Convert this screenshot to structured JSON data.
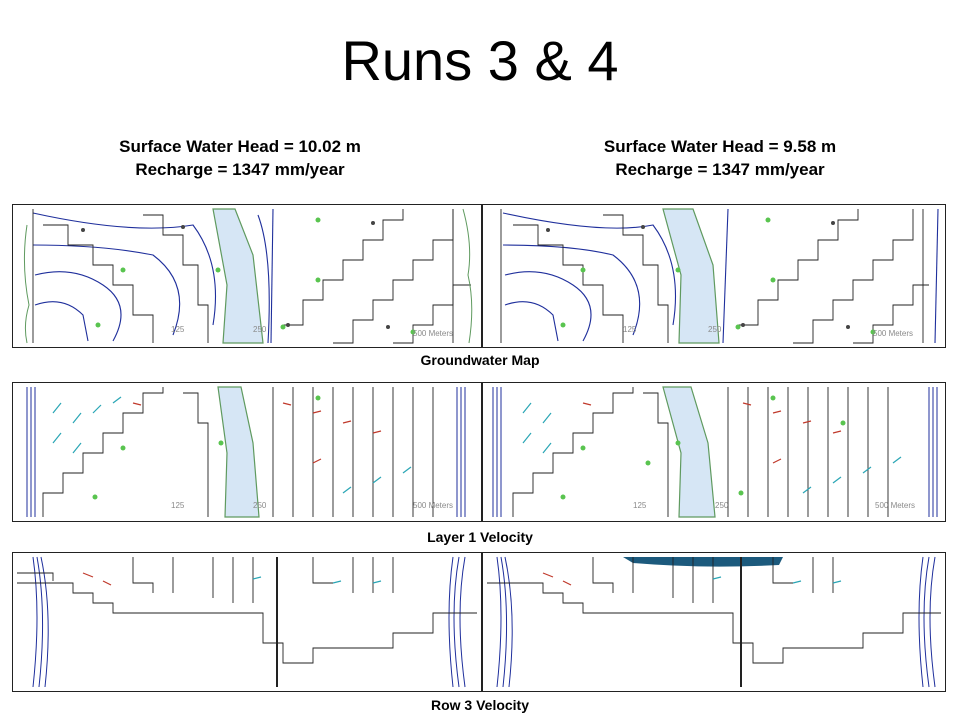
{
  "slide": {
    "title": "Runs 3 & 4"
  },
  "runs": [
    {
      "head_line": "Surface Water Head = 10.02 m",
      "recharge_line": "Recharge = 1347 mm/year"
    },
    {
      "head_line": "Surface Water Head = 9.58 m",
      "recharge_line": "Recharge = 1347 mm/year"
    }
  ],
  "panels": {
    "groundwater": {
      "caption": "Groundwater Map",
      "scale_labels": [
        "125",
        "250",
        "500 Meters"
      ]
    },
    "layer1": {
      "caption": "Layer 1 Velocity",
      "scale_labels": [
        "125",
        "250",
        "500 Meters"
      ]
    },
    "row3": {
      "caption": "Row 3 Velocity"
    }
  },
  "colors": {
    "contour": "#1f2f9c",
    "grid_line": "#222222",
    "river_fill": "#d6e6f5",
    "river_edge": "#5f9a5f",
    "well": "#59c44f",
    "velocity_red": "#c0392b",
    "velocity_cyan": "#2aa6b5",
    "surface_water": "#1c5a7d"
  }
}
